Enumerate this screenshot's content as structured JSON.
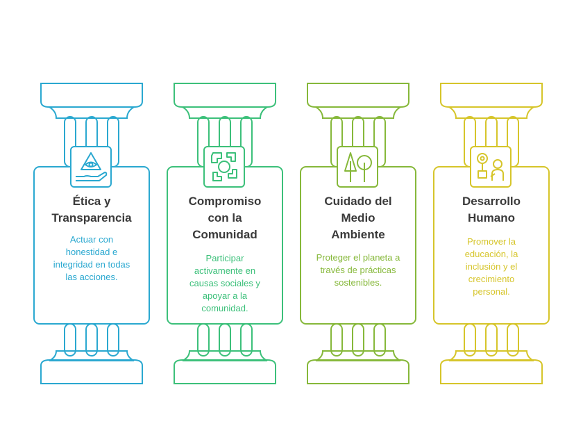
{
  "pillars": [
    {
      "title_lines": [
        "Ética y",
        "Transparencia"
      ],
      "description_lines": [
        "Actuar con",
        "honestidad e",
        "integridad en todas",
        "las acciones."
      ],
      "color": "#2aa8d0",
      "icon": "eye-hand-icon"
    },
    {
      "title_lines": [
        "Compromiso",
        "con la",
        "Comunidad"
      ],
      "description_lines": [
        "Participar",
        "activamente en",
        "causas sociales y",
        "apoyar a la",
        "comunidad."
      ],
      "color": "#3cc07a",
      "icon": "joined-hands-icon"
    },
    {
      "title_lines": [
        "Cuidado del",
        "Medio",
        "Ambiente"
      ],
      "description_lines": [
        "Proteger el planeta a",
        "través de prácticas",
        "sostenibles."
      ],
      "color": "#86b83a",
      "icon": "trees-icon"
    },
    {
      "title_lines": [
        "Desarrollo",
        "Humano"
      ],
      "description_lines": [
        "Promover la",
        "educación, la",
        "inclusión y el",
        "crecimiento",
        "personal."
      ],
      "color": "#d6c52a",
      "icon": "person-plant-icon"
    }
  ]
}
